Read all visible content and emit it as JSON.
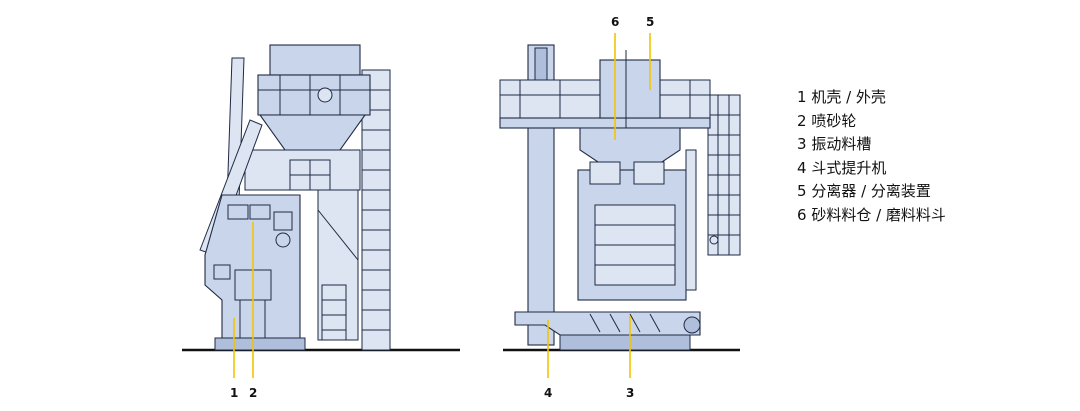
{
  "legend": [
    {
      "num": "1",
      "label": "机壳 / 外壳"
    },
    {
      "num": "2",
      "label": "喷砂轮"
    },
    {
      "num": "3",
      "label": "振动料槽"
    },
    {
      "num": "4",
      "label": "斗式提升机"
    },
    {
      "num": "5",
      "label": "分离器 / 分离装置"
    },
    {
      "num": "6",
      "label": "砂料料仓 / 磨料料斗"
    }
  ],
  "callouts": {
    "left_view": [
      "1",
      "2"
    ],
    "right_view_bottom": [
      "4",
      "3"
    ],
    "right_view_top": [
      "6",
      "5"
    ]
  },
  "colors": {
    "machine_fill": "#c9d5ea",
    "outline": "#1f2a44",
    "leader_line": "#f2c500"
  }
}
